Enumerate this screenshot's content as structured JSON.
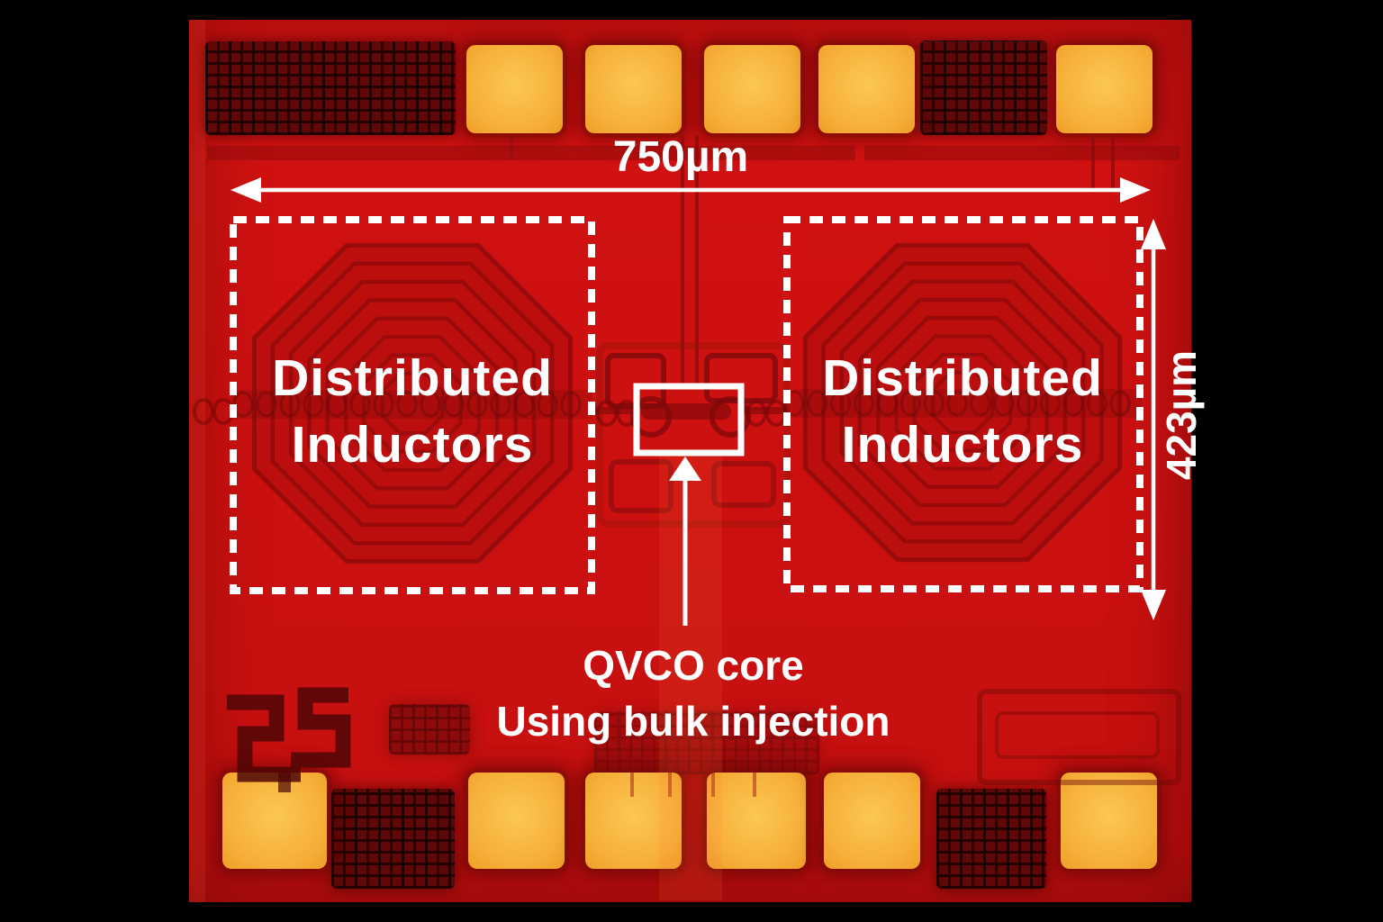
{
  "annotations": {
    "width_dim": "750µm",
    "height_dim": "423µm",
    "left_inductor": {
      "line1": "Distributed",
      "line2": "Inductors"
    },
    "right_inductor": {
      "line1": "Distributed",
      "line2": "Inductors"
    },
    "core": {
      "line1": "QVCO core",
      "line2": "Using bulk injection"
    }
  },
  "colors": {
    "background": "#000000",
    "die_red": "#cc1010",
    "die_red_bright": "#e31414",
    "inductor_dark_red": "#9e0d0d",
    "pad_gold": "#f6b03a",
    "dummy_fill_dark": "#600808",
    "annotation_white": "#ffffff"
  }
}
